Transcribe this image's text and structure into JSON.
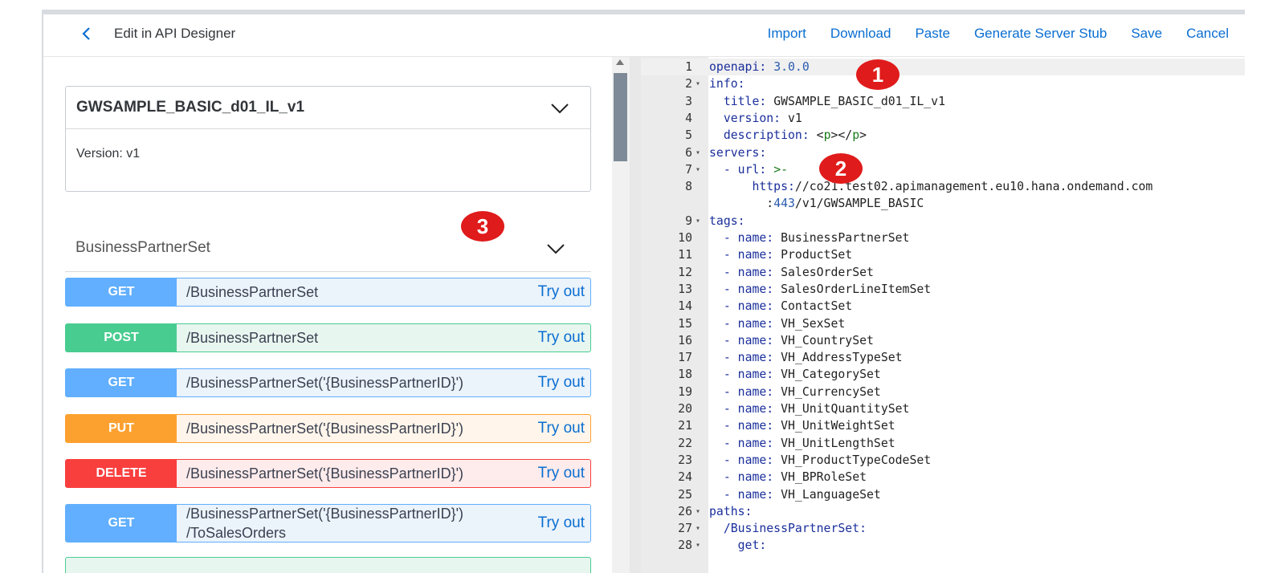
{
  "header": {
    "title": "Edit in API Designer",
    "actions": [
      "Import",
      "Download",
      "Paste",
      "Generate Server Stub",
      "Save",
      "Cancel"
    ]
  },
  "info_card": {
    "title": "GWSAMPLE_BASIC_d01_IL_v1",
    "version": "Version: v1"
  },
  "tag_section": {
    "name": "BusinessPartnerSet"
  },
  "operations": [
    {
      "method": "GET",
      "path": "/BusinessPartnerSet",
      "try": "Try out"
    },
    {
      "method": "POST",
      "path": "/BusinessPartnerSet",
      "try": "Try out"
    },
    {
      "method": "GET",
      "path": "/BusinessPartnerSet('{BusinessPartnerID}')",
      "try": "Try out"
    },
    {
      "method": "PUT",
      "path": "/BusinessPartnerSet('{BusinessPartnerID}')",
      "try": "Try out"
    },
    {
      "method": "DELETE",
      "path": "/BusinessPartnerSet('{BusinessPartnerID}')",
      "try": "Try out"
    },
    {
      "method": "GET",
      "path": "/BusinessPartnerSet('{BusinessPartnerID}')",
      "path2": "/ToSalesOrders",
      "try": "Try out"
    }
  ],
  "badges": [
    "1",
    "2",
    "3"
  ],
  "code_lines": [
    {
      "n": "1",
      "f": "",
      "t": "openapi: 3.0.0"
    },
    {
      "n": "2",
      "f": "▾",
      "t": "info:"
    },
    {
      "n": "3",
      "f": "",
      "t": "  title: GWSAMPLE_BASIC_d01_IL_v1"
    },
    {
      "n": "4",
      "f": "",
      "t": "  version: v1"
    },
    {
      "n": "5",
      "f": "",
      "t": "  description: <p></p>"
    },
    {
      "n": "6",
      "f": "▾",
      "t": "servers:"
    },
    {
      "n": "7",
      "f": "▾",
      "t": "  - url: >-"
    },
    {
      "n": "8",
      "f": "",
      "t": "      https://co21.test02.apimanagement.eu10.hana.ondemand.com"
    },
    {
      "n": "",
      "f": "",
      "t": "        :443/v1/GWSAMPLE_BASIC"
    },
    {
      "n": "9",
      "f": "▾",
      "t": "tags:"
    },
    {
      "n": "10",
      "f": "",
      "t": "  - name: BusinessPartnerSet"
    },
    {
      "n": "11",
      "f": "",
      "t": "  - name: ProductSet"
    },
    {
      "n": "12",
      "f": "",
      "t": "  - name: SalesOrderSet"
    },
    {
      "n": "13",
      "f": "",
      "t": "  - name: SalesOrderLineItemSet"
    },
    {
      "n": "14",
      "f": "",
      "t": "  - name: ContactSet"
    },
    {
      "n": "15",
      "f": "",
      "t": "  - name: VH_SexSet"
    },
    {
      "n": "16",
      "f": "",
      "t": "  - name: VH_CountrySet"
    },
    {
      "n": "17",
      "f": "",
      "t": "  - name: VH_AddressTypeSet"
    },
    {
      "n": "18",
      "f": "",
      "t": "  - name: VH_CategorySet"
    },
    {
      "n": "19",
      "f": "",
      "t": "  - name: VH_CurrencySet"
    },
    {
      "n": "20",
      "f": "",
      "t": "  - name: VH_UnitQuantitySet"
    },
    {
      "n": "21",
      "f": "",
      "t": "  - name: VH_UnitWeightSet"
    },
    {
      "n": "22",
      "f": "",
      "t": "  - name: VH_UnitLengthSet"
    },
    {
      "n": "23",
      "f": "",
      "t": "  - name: VH_ProductTypeCodeSet"
    },
    {
      "n": "24",
      "f": "",
      "t": "  - name: VH_BPRoleSet"
    },
    {
      "n": "25",
      "f": "",
      "t": "  - name: VH_LanguageSet"
    },
    {
      "n": "26",
      "f": "▾",
      "t": "paths:"
    },
    {
      "n": "27",
      "f": "▾",
      "t": "  /BusinessPartnerSet:"
    },
    {
      "n": "28",
      "f": "▾",
      "t": "    get:"
    }
  ],
  "colors": {
    "link": "#0a6ed1",
    "get": "#61affe",
    "post": "#49cc90",
    "put": "#fca130",
    "delete": "#f93e3e",
    "badge": "#e01b1b"
  }
}
